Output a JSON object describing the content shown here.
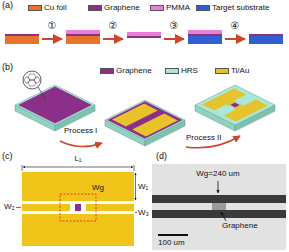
{
  "diagram": {
    "labels": [
      "(a)",
      "①",
      "②",
      "③",
      "④",
      "(b)",
      "Process I",
      "Process II",
      "(c)",
      "L₁",
      "W₁",
      "W₂",
      "W₃",
      "Wg",
      "(d)",
      "Wg=240 um",
      "Graphene",
      "100 um"
    ],
    "legend": [
      {
        "text": "Cu foil",
        "color": "#e8742a"
      },
      {
        "text": "Graphene",
        "color": "#8b2f8b"
      },
      {
        "text": "PMMA",
        "color": "#e87fd8"
      },
      {
        "text": "Target substrate",
        "color": "#2f5fd0"
      },
      {
        "text": "Graphene",
        "color": "#8b2f8b"
      },
      {
        "text": "HRS",
        "color": "#a9e8d6"
      },
      {
        "text": "Ti/Au",
        "color": "#e8c22a"
      }
    ]
  }
}
